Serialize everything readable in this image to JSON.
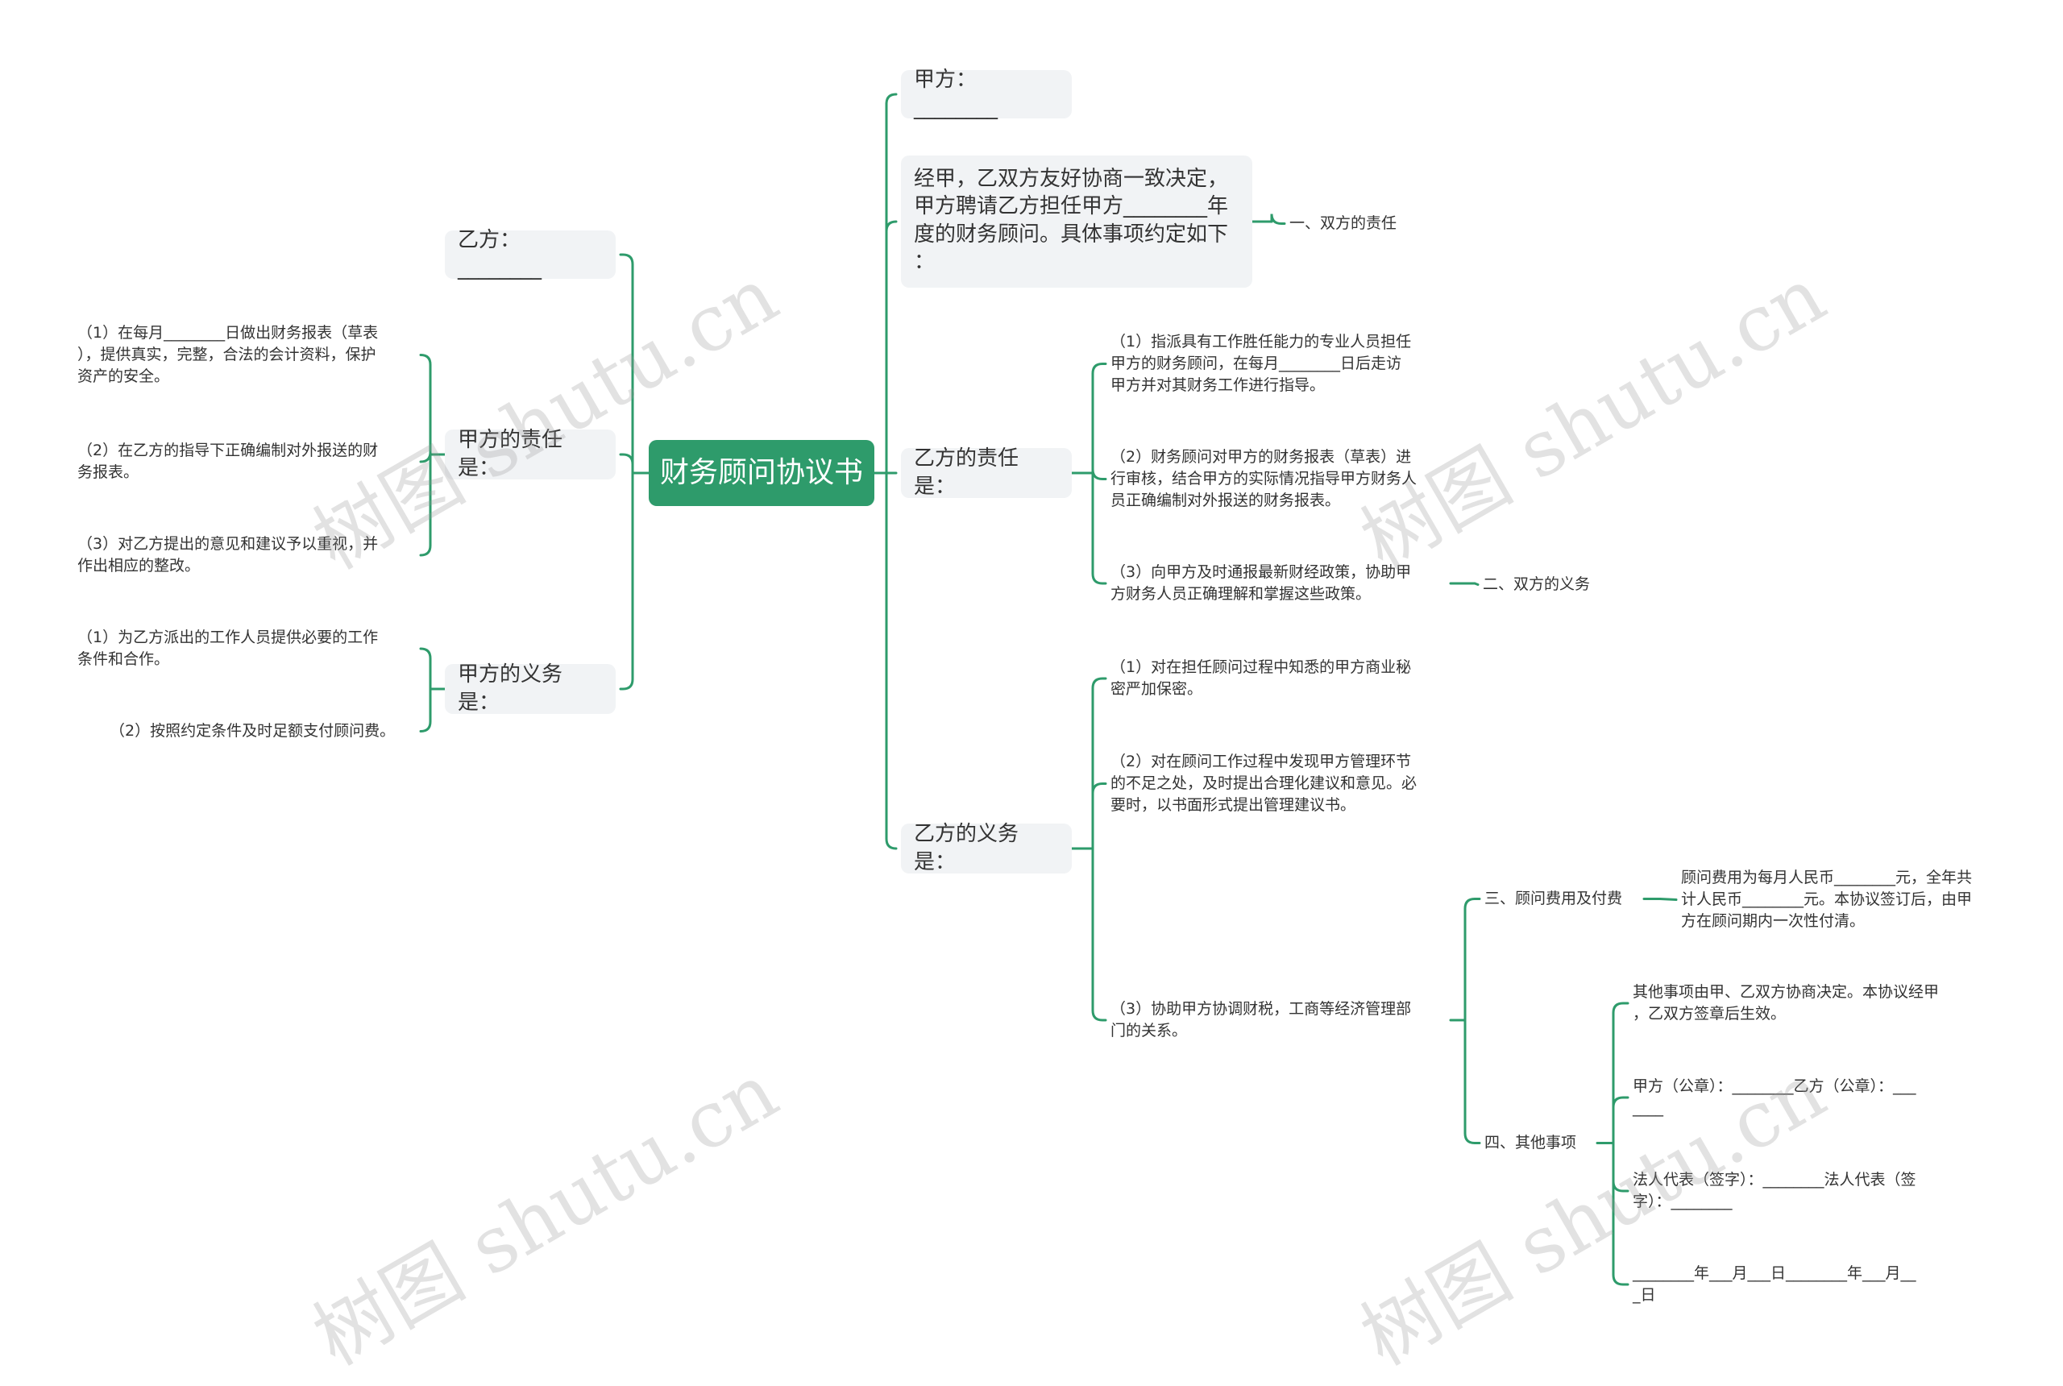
{
  "root": {
    "label": "财务顾问协议书"
  },
  "left": {
    "party_b": "乙方：________",
    "jia_duties": {
      "label": "甲方的责任是：",
      "items": [
        "（1）在每月________日做出财务报表（草表\n），提供真实，完整，合法的会计资料，保护\n资产的安全。",
        "（2）在乙方的指导下正确编制对外报送的财\n务报表。",
        "（3）对乙方提出的意见和建议予以重视，并\n作出相应的整改。"
      ]
    },
    "jia_obligations": {
      "label": "甲方的义务是：",
      "items": [
        "（1）为乙方派出的工作人员提供必要的工作\n条件和合作。",
        "（2）按照约定条件及时足额支付顾问费。"
      ]
    }
  },
  "right": {
    "party_a": "甲方：________",
    "intro": {
      "text": "经甲，乙双方友好协商一致决定，\n甲方聘请乙方担任甲方________年\n度的财务顾问。具体事项约定如下\n：",
      "child": "一、双方的责任"
    },
    "yi_duties": {
      "label": "乙方的责任是：",
      "items": [
        "（1）指派具有工作胜任能力的专业人员担任\n甲方的财务顾问，在每月________日后走访\n甲方并对其财务工作进行指导。",
        "（2）财务顾问对甲方的财务报表（草表）进\n行审核，结合甲方的实际情况指导甲方财务人\n员正确编制对外报送的财务报表。",
        "（3）向甲方及时通报最新财经政策，协助甲\n方财务人员正确理解和掌握这些政策。"
      ],
      "item3_child": "二、双方的义务"
    },
    "yi_obligations": {
      "label": "乙方的义务是：",
      "items": [
        "（1）对在担任顾问过程中知悉的甲方商业秘\n密严加保密。",
        "（2）对在顾问工作过程中发现甲方管理环节\n的不足之处，及时提出合理化建议和意见。必\n要时，以书面形式提出管理建议书。",
        "（3）协助甲方协调财税，工商等经济管理部\n门的关系。"
      ],
      "fees": {
        "label": "三、顾问费用及付费",
        "detail": "顾问费用为每月人民币________元，全年共\n计人民币________元。本协议签订后，由甲\n方在顾问期内一次性付清。"
      },
      "other": {
        "label": "四、其他事项",
        "items": [
          "其他事项由甲、乙双方协商决定。本协议经甲\n，乙双方签章后生效。",
          "甲方（公章）：________乙方（公章）：___\n____",
          "法人代表（签字）：________法人代表（签\n字）：________",
          "________年___月___日________年___月__\n_日"
        ]
      }
    }
  },
  "watermark": "树图 shutu.cn",
  "colors": {
    "edge": "#2e9b6b",
    "root_bg": "#2e9b6b",
    "box_bg": "#f1f3f5"
  }
}
